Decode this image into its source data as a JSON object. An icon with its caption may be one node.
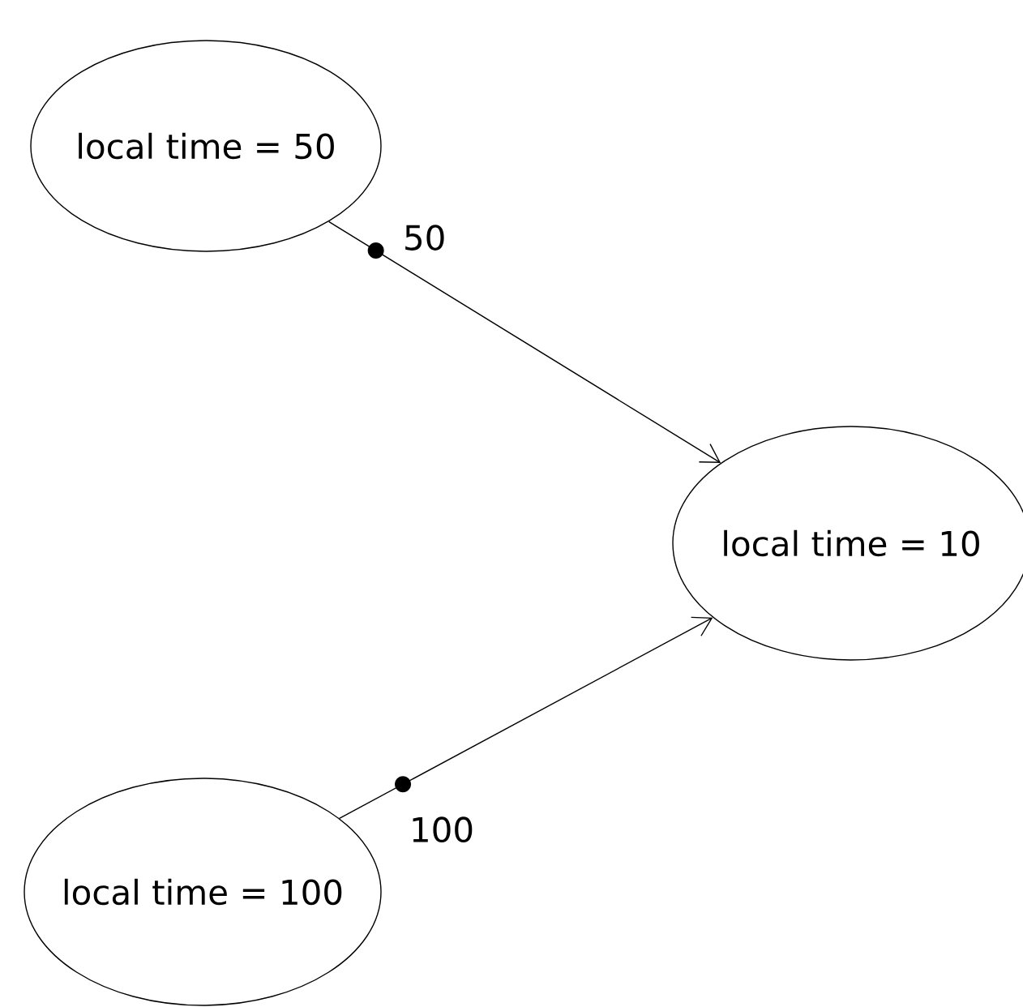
{
  "diagram": {
    "nodes": [
      {
        "text": [
          "local time = 50"
        ]
      },
      {
        "text": [
          "local time = 10"
        ]
      },
      {
        "text": [
          "local time = 100"
        ]
      }
    ],
    "edges": [
      {
        "from": 0,
        "to": 1,
        "arrow": "to",
        "label": "50"
      },
      {
        "from": 2,
        "to": 1,
        "arrow": "to",
        "label": "100"
      }
    ]
  }
}
